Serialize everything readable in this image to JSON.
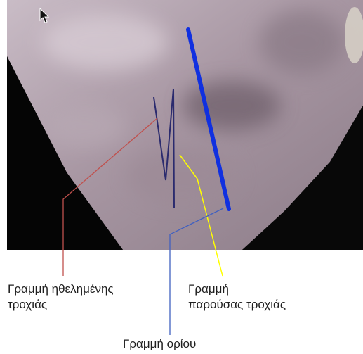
{
  "annotations": {
    "desired_trajectory_line": {
      "line1": "Γραμμή ηθελημένης",
      "line2": "τροχιάς",
      "color": "#c0504d"
    },
    "current_trajectory_line": {
      "line1": "Γραμμή",
      "line2": "παρούσας τροχιάς",
      "color": "#ffff00"
    },
    "boundary_line": {
      "label": "Γραμμή ορίου",
      "color": "#4060c0"
    }
  },
  "camera_view": {
    "desired_path_color": "#2b2b6e",
    "boundary_marker_color": "#1030e0",
    "cursor_icon": "arrow-cursor-icon"
  }
}
